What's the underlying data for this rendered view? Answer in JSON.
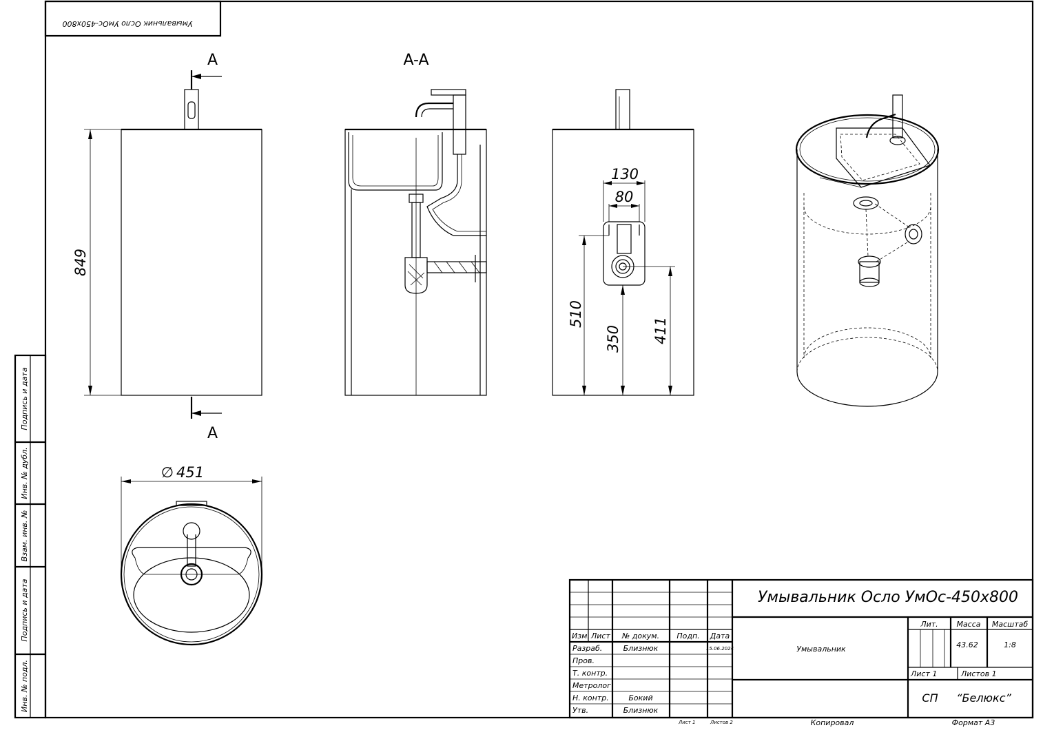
{
  "stamp": {
    "mirrored_code": "Умывальник Осло УмОс-450х800"
  },
  "section": {
    "cut_mark_top": "A",
    "cut_mark_bottom": "A",
    "title": "A-A"
  },
  "dimensions": {
    "height": "849",
    "diameter": "451",
    "diameter_symbol": "∅",
    "connection_width": "130",
    "bracket_width": "80",
    "drain_height": "510",
    "water_height": "350",
    "outlet_height": "411"
  },
  "side_stamp": [
    "Подпись и дата",
    "Инв. № дубл.",
    "Взам. инв. №",
    "Подпись и дата",
    "Инв. № подл."
  ],
  "title_block": {
    "product_name": "Умывальник Осло УмОс-450х800",
    "doc_name": "Умывальник",
    "headers": {
      "izm": "Изм.",
      "list": "Лист",
      "doc_no": "№ докум.",
      "sign": "Подп.",
      "date": "Дата"
    },
    "roles": [
      "Разраб.",
      "Пров.",
      "Т. контр.",
      "Метролог",
      "Н. контр.",
      "Утв."
    ],
    "names": {
      "razrab": "Близнюк",
      "n_kontr": "Бокий",
      "utv": "Близнюк"
    },
    "date": "15.06.2024",
    "lit_label": "Лит.",
    "mass_label": "Масса",
    "scale_label": "Масштаб",
    "mass": "43.62",
    "scale": "1:8",
    "sheet": "Лист 1",
    "sheets": "Листов 1",
    "material": "СП",
    "company": "“Белюкс”",
    "bottom_sheet": "Лист 1",
    "bottom_sheets": "Листов 2",
    "copied": "Копировал",
    "format": "Формат А3"
  }
}
